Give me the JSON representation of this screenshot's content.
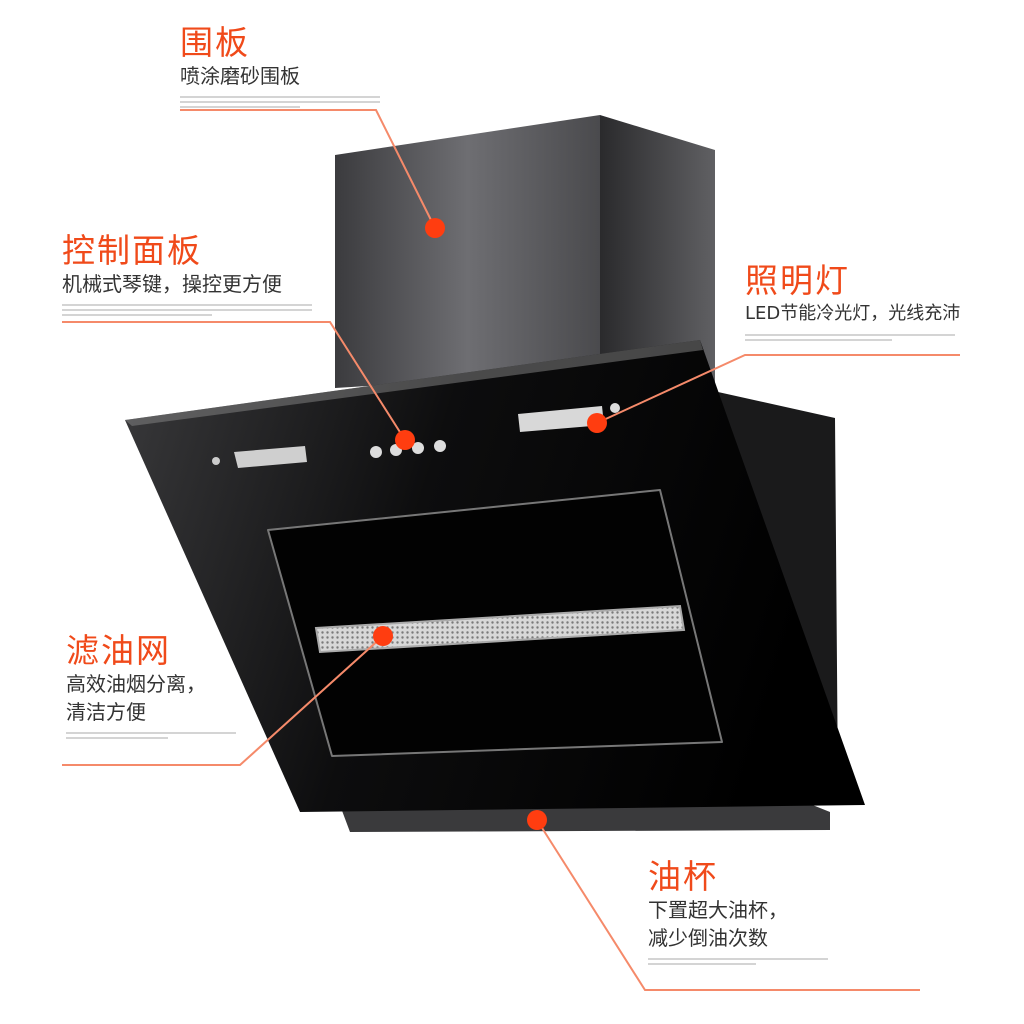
{
  "callouts": [
    {
      "title": "围板",
      "desc": [
        "喷涂磨砂围板"
      ]
    },
    {
      "title": "控制面板",
      "desc": [
        "机械式琴键，操控更方便"
      ]
    },
    {
      "title": "照明灯",
      "desc": [
        "LED节能冷光灯，光线充沛"
      ]
    },
    {
      "title": "滤油网",
      "desc": [
        "高效油烟分离，",
        "清洁方便"
      ]
    },
    {
      "title": "油杯",
      "desc": [
        "下置超大油杯，",
        "减少倒油次数"
      ]
    }
  ],
  "colors": {
    "accent": "#f04a1a",
    "marker": "#ff3d10",
    "glass": "#050505"
  }
}
